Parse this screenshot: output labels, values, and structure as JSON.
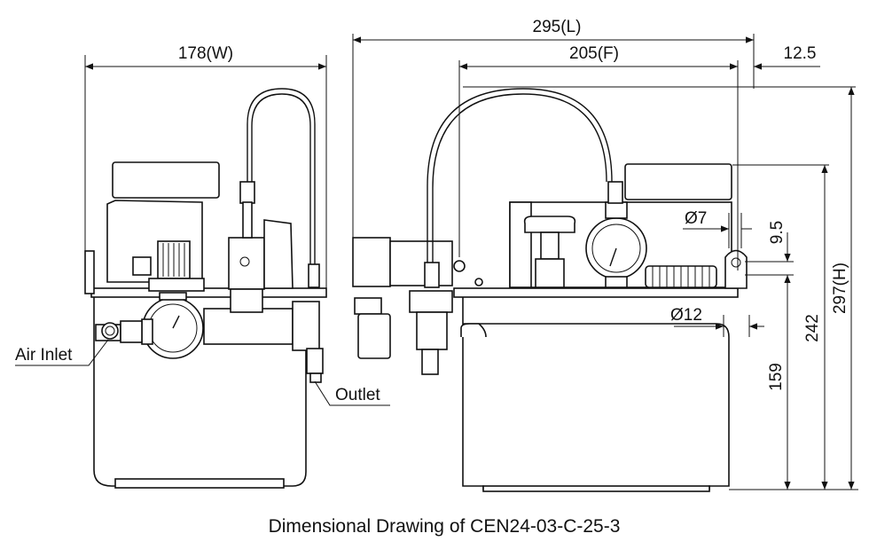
{
  "caption": "Dimensional Drawing of CEN24-03-C-25-3",
  "labels": {
    "width": "178(W)",
    "length": "295(L)",
    "f_dim": "205(F)",
    "offset": "12.5",
    "dia_small": "Ø7",
    "dia_large": "Ø12",
    "gap": "9.5",
    "height": "297(H)",
    "h242": "242",
    "h159": "159",
    "air_inlet": "Air Inlet",
    "outlet": "Outlet"
  },
  "colors": {
    "line": "#111111",
    "background": "#ffffff"
  }
}
